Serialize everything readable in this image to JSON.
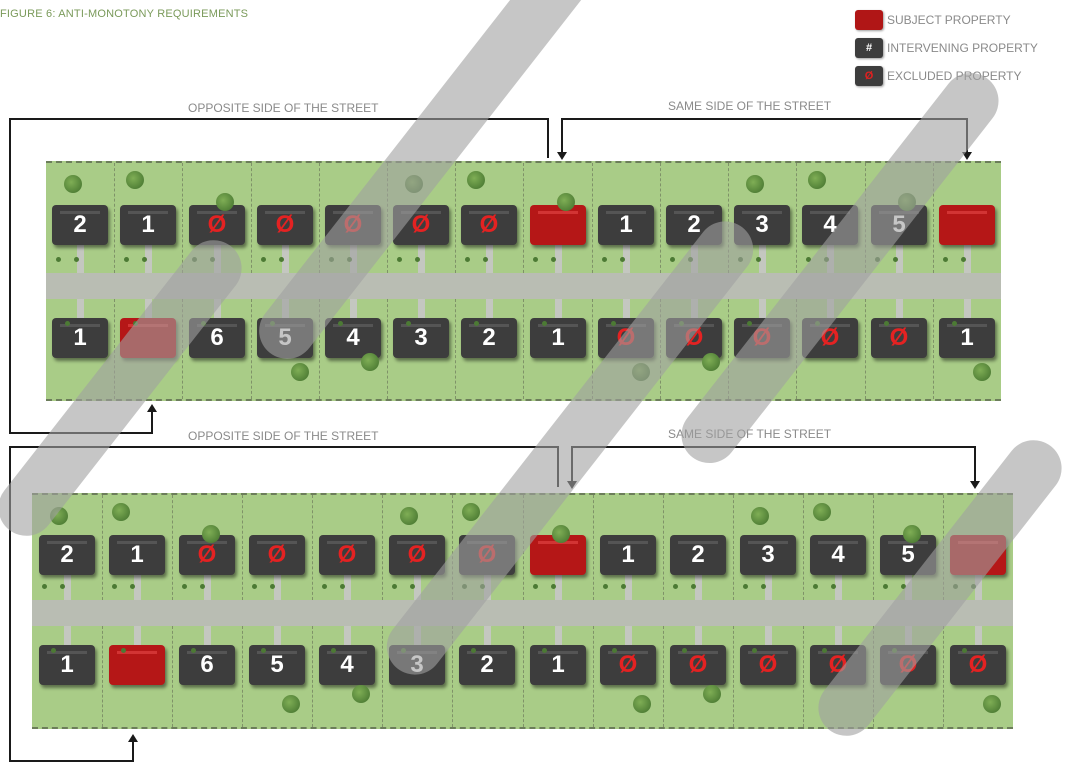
{
  "figure_title": "FIGURE 6: ANTI-MONOTONY REQUIREMENTS",
  "legend": [
    {
      "label": "SUBJECT PROPERTY",
      "kind": "subject",
      "symbol": ""
    },
    {
      "label": "INTERVENING PROPERTY",
      "kind": "intervening",
      "symbol": "#"
    },
    {
      "label": "EXCLUDED PROPERTY",
      "kind": "excluded",
      "symbol": "Ø"
    }
  ],
  "captions": {
    "opposite_side": "OPPOSITE SIDE OF THE STREET",
    "same_side": "SAME SIDE OF THE STREET"
  },
  "colors": {
    "subject": "#b51717",
    "intervening": "#3d3d3d",
    "excluded_text": "#e42222",
    "lawn": "#a9cc87",
    "road": "#b9bdb3",
    "title": "#7a9a5a"
  },
  "diagrams": [
    {
      "top_row": [
        {
          "label": "2",
          "kind": "intervening"
        },
        {
          "label": "1",
          "kind": "intervening"
        },
        {
          "label": "Ø",
          "kind": "excluded"
        },
        {
          "label": "Ø",
          "kind": "excluded"
        },
        {
          "label": "Ø",
          "kind": "excluded"
        },
        {
          "label": "Ø",
          "kind": "excluded"
        },
        {
          "label": "Ø",
          "kind": "excluded"
        },
        {
          "label": "",
          "kind": "subject"
        },
        {
          "label": "1",
          "kind": "intervening"
        },
        {
          "label": "2",
          "kind": "intervening"
        },
        {
          "label": "3",
          "kind": "intervening"
        },
        {
          "label": "4",
          "kind": "intervening"
        },
        {
          "label": "5",
          "kind": "intervening"
        },
        {
          "label": "",
          "kind": "subject"
        }
      ],
      "bottom_row": [
        {
          "label": "1",
          "kind": "intervening"
        },
        {
          "label": "",
          "kind": "subject"
        },
        {
          "label": "6",
          "kind": "intervening"
        },
        {
          "label": "5",
          "kind": "intervening"
        },
        {
          "label": "4",
          "kind": "intervening"
        },
        {
          "label": "3",
          "kind": "intervening"
        },
        {
          "label": "2",
          "kind": "intervening"
        },
        {
          "label": "1",
          "kind": "intervening"
        },
        {
          "label": "Ø",
          "kind": "excluded"
        },
        {
          "label": "Ø",
          "kind": "excluded"
        },
        {
          "label": "Ø",
          "kind": "excluded"
        },
        {
          "label": "Ø",
          "kind": "excluded"
        },
        {
          "label": "Ø",
          "kind": "excluded"
        },
        {
          "label": "1",
          "kind": "intervening"
        }
      ]
    },
    {
      "top_row": [
        {
          "label": "2",
          "kind": "intervening"
        },
        {
          "label": "1",
          "kind": "intervening"
        },
        {
          "label": "Ø",
          "kind": "excluded"
        },
        {
          "label": "Ø",
          "kind": "excluded"
        },
        {
          "label": "Ø",
          "kind": "excluded"
        },
        {
          "label": "Ø",
          "kind": "excluded"
        },
        {
          "label": "Ø",
          "kind": "excluded"
        },
        {
          "label": "",
          "kind": "subject"
        },
        {
          "label": "1",
          "kind": "intervening"
        },
        {
          "label": "2",
          "kind": "intervening"
        },
        {
          "label": "3",
          "kind": "intervening"
        },
        {
          "label": "4",
          "kind": "intervening"
        },
        {
          "label": "5",
          "kind": "intervening"
        },
        {
          "label": "",
          "kind": "subject"
        }
      ],
      "bottom_row": [
        {
          "label": "1",
          "kind": "intervening"
        },
        {
          "label": "",
          "kind": "subject"
        },
        {
          "label": "6",
          "kind": "intervening"
        },
        {
          "label": "5",
          "kind": "intervening"
        },
        {
          "label": "4",
          "kind": "intervening"
        },
        {
          "label": "3",
          "kind": "intervening"
        },
        {
          "label": "2",
          "kind": "intervening"
        },
        {
          "label": "1",
          "kind": "intervening"
        },
        {
          "label": "Ø",
          "kind": "excluded"
        },
        {
          "label": "Ø",
          "kind": "excluded"
        },
        {
          "label": "Ø",
          "kind": "excluded"
        },
        {
          "label": "Ø",
          "kind": "excluded"
        },
        {
          "label": "Ø",
          "kind": "excluded"
        },
        {
          "label": "Ø",
          "kind": "excluded"
        }
      ]
    }
  ]
}
